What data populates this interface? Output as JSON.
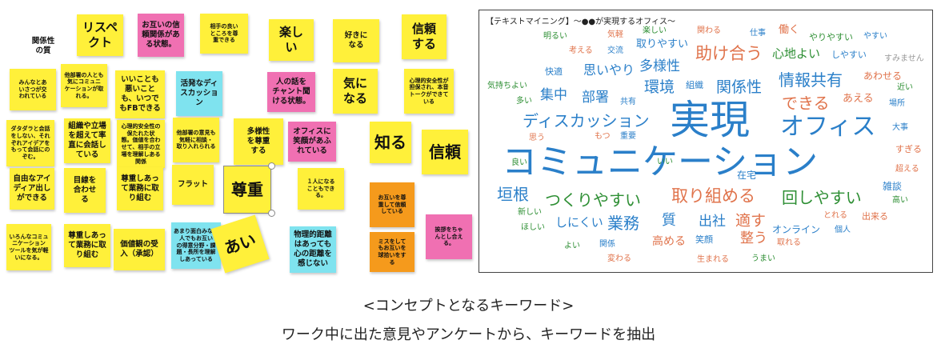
{
  "board": {
    "notes": [
      {
        "text": "関係性\nの質",
        "color": "w",
        "size": "m"
      },
      {
        "text": "リスペ\nクト",
        "color": "y",
        "size": "l"
      },
      {
        "text": "お互いの信\n頼関係があ\nる状態。",
        "color": "p",
        "size": "m"
      },
      {
        "text": "相手の良い\nところを尊\n重できる",
        "color": "y",
        "size": "s"
      },
      {
        "text": "楽し\nい",
        "color": "y",
        "size": "l"
      },
      {
        "text": "好きに\nなる",
        "color": "y",
        "size": "m"
      },
      {
        "text": "信頼\nする",
        "color": "y",
        "size": "l"
      },
      {
        "text": "みんなとあ\nいさつが交\nわれている",
        "color": "y",
        "size": "s"
      },
      {
        "text": "他部署の人とも\n気にコミュニ\nケーションが取\nれる。",
        "color": "y",
        "size": "s"
      },
      {
        "text": "いいことも\n悪いこと\nも、いつで\nもFBできる",
        "color": "y",
        "size": "m"
      },
      {
        "text": "活発なディ\nスカッショ\nン",
        "color": "c",
        "size": "m"
      },
      {
        "text": "人の話を\nチャント聞\nける状態。",
        "color": "p",
        "size": "m"
      },
      {
        "text": "気に\nなる",
        "color": "y",
        "size": "l"
      },
      {
        "text": "心理的安全性が\n担保され、本音\nトークができて\nいる",
        "color": "y",
        "size": "s"
      },
      {
        "text": "ダタダラと会話\nをしない、それ\nぞれアイデアを\nもって会話にの\nぞむ。",
        "color": "y",
        "size": "s"
      },
      {
        "text": "組織や立場\nを超えて率\n直に会話し\nている",
        "color": "y",
        "size": "m"
      },
      {
        "text": "心理的安全性の\n保たれた状\n態。価値を合わ\nせて、相手の立\n場を理解しある\n関係",
        "color": "y",
        "size": "s"
      },
      {
        "text": "他部署の意見も\n気軽に相談・\n取り入れられる",
        "color": "y",
        "size": "s"
      },
      {
        "text": "多様性\nを尊重\nする",
        "color": "y",
        "size": "m"
      },
      {
        "text": "オフィスに\n笑顔があふ\nれている",
        "color": "p",
        "size": "m"
      },
      {
        "text": "知る",
        "color": "y",
        "size": "xl"
      },
      {
        "text": "信頼",
        "color": "y",
        "size": "xl"
      },
      {
        "text": "自由なアイ\nディア出し\nができる",
        "color": "y",
        "size": "m"
      },
      {
        "text": "目線を\n合わせ\nる",
        "color": "y",
        "size": "m"
      },
      {
        "text": "尊重しあっ\nて業務に取\nり組む",
        "color": "y",
        "size": "m"
      },
      {
        "text": "フラット",
        "color": "y",
        "size": "m"
      },
      {
        "text": "尊重",
        "color": "y",
        "size": "xl"
      },
      {
        "text": "１人になる\nこともでき\nる。",
        "color": "y",
        "size": "s"
      },
      {
        "text": "お互いを尊\n重して信頼\nしている",
        "color": "o",
        "size": "s"
      },
      {
        "text": "挨拶をちゃ\nんとし合え\nる。",
        "color": "p",
        "size": "s"
      },
      {
        "text": "いろんなコミュ\nニケーション\nツールを気が軽\nいになる。",
        "color": "y",
        "size": "s"
      },
      {
        "text": "尊重しあっ\nて業務に取\nり組む",
        "color": "y",
        "size": "m"
      },
      {
        "text": "価値観の受\n入（承認）",
        "color": "y",
        "size": "m"
      },
      {
        "text": "あまり面白みない\n人でもお互い\nの得意分野・課\n題・長所を理解\nしあっている",
        "color": "c",
        "size": "s"
      },
      {
        "text": "あい",
        "color": "y",
        "size": "xl"
      },
      {
        "text": "物理的距離\nはあっても\n心の距離を\n感じない",
        "color": "c",
        "size": "m"
      },
      {
        "text": "ミスをして\nもお互いを\n球拾いをす\nる",
        "color": "o",
        "size": "s"
      }
    ]
  },
  "wordcloud": {
    "title": "【テキストマイニング】～●●が実現するオフィス～",
    "words": [
      {
        "text": "明るい",
        "color": "#2e8f34"
      },
      {
        "text": "気軽",
        "color": "#e0734b"
      },
      {
        "text": "楽しい",
        "color": "#2e8f34"
      },
      {
        "text": "取りやすい",
        "color": "#2a7fc9"
      },
      {
        "text": "関わる",
        "color": "#e0734b"
      },
      {
        "text": "仕事",
        "color": "#2a7fc9"
      },
      {
        "text": "働く",
        "color": "#e0734b"
      },
      {
        "text": "やりやすい",
        "color": "#2e8f34"
      },
      {
        "text": "やすい",
        "color": "#2a7fc9"
      },
      {
        "text": "考える",
        "color": "#e0734b"
      },
      {
        "text": "交流",
        "color": "#2a7fc9"
      },
      {
        "text": "多様性",
        "color": "#2a7fc9"
      },
      {
        "text": "助け合う",
        "color": "#e0734b"
      },
      {
        "text": "心地よい",
        "color": "#2e8f34"
      },
      {
        "text": "しやすい",
        "color": "#2a7fc9"
      },
      {
        "text": "すみません",
        "color": "#999999"
      },
      {
        "text": "快適",
        "color": "#2a7fc9"
      },
      {
        "text": "思いやり",
        "color": "#2a7fc9"
      },
      {
        "text": "情報共有",
        "color": "#2a7fc9"
      },
      {
        "text": "あわせる",
        "color": "#e0734b"
      },
      {
        "text": "気持ちよい",
        "color": "#2e8f34"
      },
      {
        "text": "環境",
        "color": "#2a7fc9"
      },
      {
        "text": "組織",
        "color": "#2a7fc9"
      },
      {
        "text": "関係性",
        "color": "#2a7fc9"
      },
      {
        "text": "近い",
        "color": "#2e8f34"
      },
      {
        "text": "多い",
        "color": "#2e8f34"
      },
      {
        "text": "集中",
        "color": "#2a7fc9"
      },
      {
        "text": "部署",
        "color": "#2a7fc9"
      },
      {
        "text": "共有",
        "color": "#2a7fc9"
      },
      {
        "text": "できる",
        "color": "#e0734b"
      },
      {
        "text": "あえる",
        "color": "#e0734b"
      },
      {
        "text": "場所",
        "color": "#2a7fc9"
      },
      {
        "text": "ディスカッション",
        "color": "#2a7fc9"
      },
      {
        "text": "実現",
        "color": "#2a7fc9"
      },
      {
        "text": "オフィス",
        "color": "#2a7fc9"
      },
      {
        "text": "大事",
        "color": "#2a7fc9"
      },
      {
        "text": "思う",
        "color": "#e0734b"
      },
      {
        "text": "もつ",
        "color": "#e0734b"
      },
      {
        "text": "重要",
        "color": "#2a7fc9"
      },
      {
        "text": "すぎる",
        "color": "#e0734b"
      },
      {
        "text": "コミュニケーション",
        "color": "#2a7fc9"
      },
      {
        "text": "良い",
        "color": "#2e8f34"
      },
      {
        "text": "いい",
        "color": "#2e8f34"
      },
      {
        "text": "超える",
        "color": "#e0734b"
      },
      {
        "text": "在宅",
        "color": "#2a7fc9"
      },
      {
        "text": "垣根",
        "color": "#2a7fc9"
      },
      {
        "text": "雑談",
        "color": "#2a7fc9"
      },
      {
        "text": "つくりやすい",
        "color": "#2e8f34"
      },
      {
        "text": "取り組める",
        "color": "#e0734b"
      },
      {
        "text": "回しやすい",
        "color": "#2e8f34"
      },
      {
        "text": "高い",
        "color": "#2e8f34"
      },
      {
        "text": "新しい",
        "color": "#2e8f34"
      },
      {
        "text": "質",
        "color": "#2a7fc9"
      },
      {
        "text": "出社",
        "color": "#2a7fc9"
      },
      {
        "text": "適す",
        "color": "#e0734b"
      },
      {
        "text": "とれる",
        "color": "#e0734b"
      },
      {
        "text": "出来る",
        "color": "#e0734b"
      },
      {
        "text": "ほしい",
        "color": "#2e8f34"
      },
      {
        "text": "しにくい",
        "color": "#2a7fc9"
      },
      {
        "text": "業務",
        "color": "#2a7fc9"
      },
      {
        "text": "オンライン",
        "color": "#2a7fc9"
      },
      {
        "text": "個人",
        "color": "#2a7fc9"
      },
      {
        "text": "高める",
        "color": "#e0734b"
      },
      {
        "text": "笑顔",
        "color": "#2a7fc9"
      },
      {
        "text": "整う",
        "color": "#e0734b"
      },
      {
        "text": "取れる",
        "color": "#e0734b"
      },
      {
        "text": "よい",
        "color": "#2e8f34"
      },
      {
        "text": "関係",
        "color": "#2a7fc9"
      },
      {
        "text": "変わる",
        "color": "#e0734b"
      },
      {
        "text": "生まれる",
        "color": "#e0734b"
      },
      {
        "text": "うまい",
        "color": "#2e8f34"
      }
    ]
  },
  "caption": {
    "heading": "<コンセプトとなるキーワード>",
    "sub": "ワーク中に出た意見やアンケートから、キーワードを抽出"
  }
}
